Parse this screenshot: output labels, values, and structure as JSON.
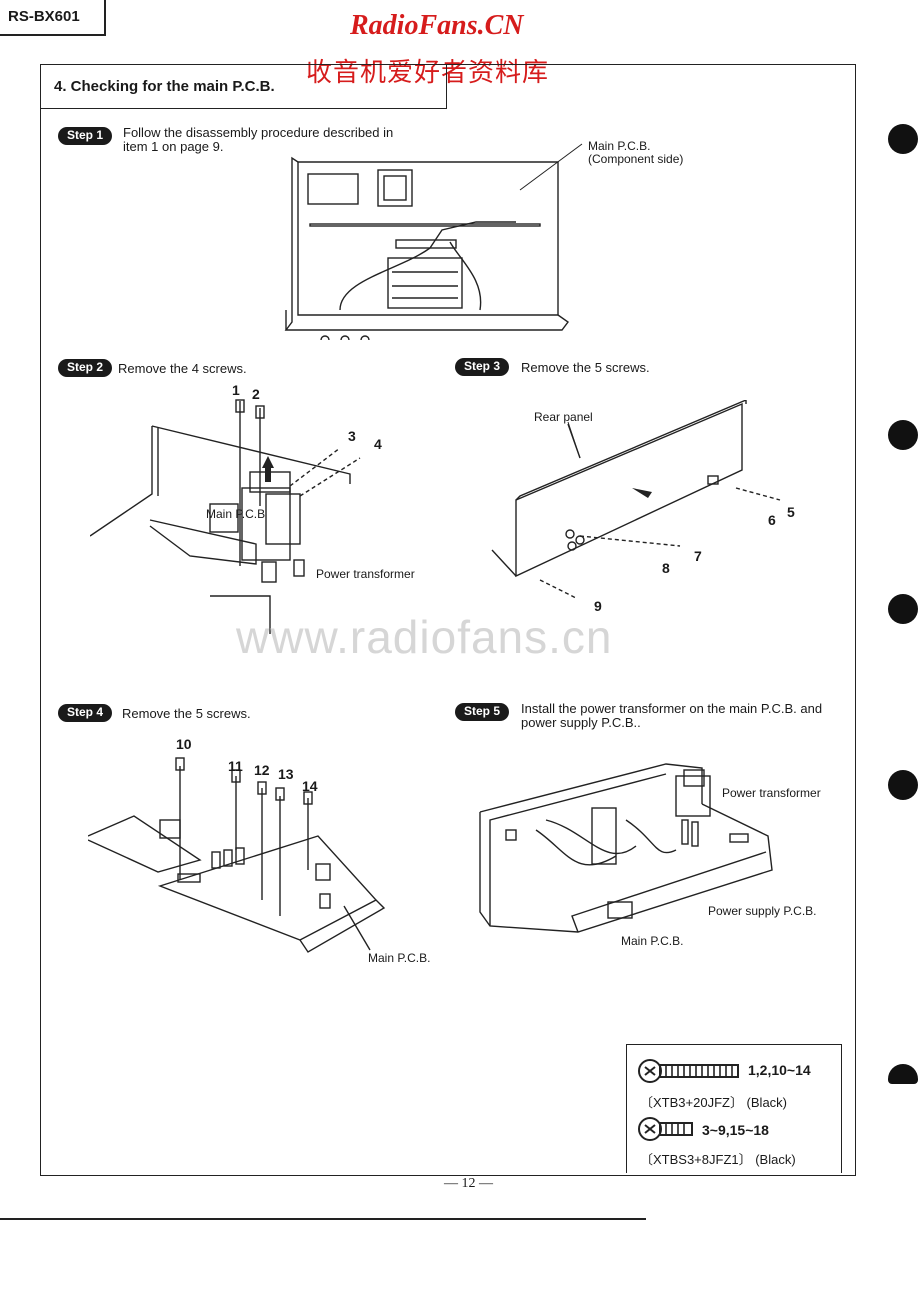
{
  "header": {
    "model": "RS-BX601",
    "site_title": "RadioFans.CN",
    "site_subtitle": "收音机爱好者资料库"
  },
  "section": {
    "title": "4. Checking for the main P.C.B."
  },
  "steps": [
    {
      "badge": "Step 1",
      "text": "Follow the disassembly procedure described in item 1 on page 9."
    },
    {
      "badge": "Step 2",
      "text": "Remove the 4 screws."
    },
    {
      "badge": "Step 3",
      "text": "Remove the 5 screws."
    },
    {
      "badge": "Step 4",
      "text": "Remove the 5 screws."
    },
    {
      "badge": "Step 5",
      "text": "Install the power transformer on the main P.C.B. and power supply P.C.B.."
    }
  ],
  "labels": {
    "main_pcb_component_1": "Main P.C.B.",
    "main_pcb_component_2": "(Component side)",
    "power_transformer": "Power transformer",
    "main_pcb": "Main P.C.B",
    "rear_panel": "Rear panel",
    "main_pcb_step4": "Main P.C.B.",
    "power_transformer_step5": "Power transformer",
    "power_supply_pcb": "Power supply P.C.B.",
    "main_pcb_step5": "Main P.C.B."
  },
  "callouts": {
    "step2": [
      "1",
      "2",
      "3",
      "4"
    ],
    "step3": [
      "5",
      "6",
      "7",
      "8",
      "9"
    ],
    "step4": [
      "10",
      "11",
      "12",
      "13",
      "14"
    ]
  },
  "screws": [
    {
      "numbers": "1,2,10~14",
      "part": "〔XTB3+20JFZ〕 (Black)"
    },
    {
      "numbers": "3~9,15~18",
      "part": "〔XTBS3+8JFZ1〕 (Black)"
    }
  ],
  "watermark": "www.radiofans.cn",
  "page_number": "— 12 —"
}
